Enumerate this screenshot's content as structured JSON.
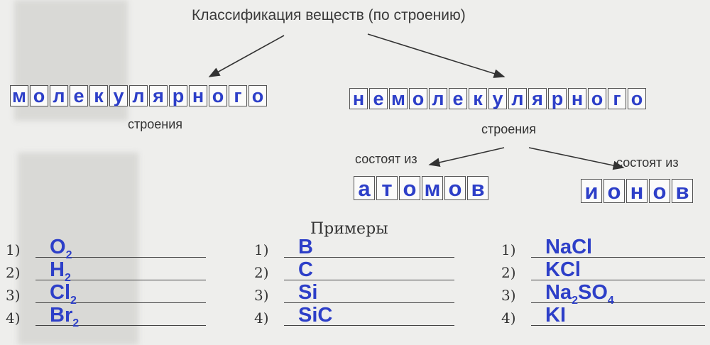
{
  "title": "Классификация веществ (по строению)",
  "branches": {
    "left": {
      "letters": [
        "м",
        "о",
        "л",
        "е",
        "к",
        "у",
        "л",
        "я",
        "р",
        "н",
        "о",
        "г",
        "о"
      ],
      "caption": "строения"
    },
    "right": {
      "letters": [
        "н",
        "е",
        "м",
        "о",
        "л",
        "е",
        "к",
        "у",
        "л",
        "я",
        "р",
        "н",
        "о",
        "г",
        "о"
      ],
      "caption": "строения"
    }
  },
  "sub": {
    "consist_left": "состоят из",
    "consist_right": "состоят из",
    "atoms": [
      "а",
      "т",
      "о",
      "м",
      "о",
      "в"
    ],
    "ions": [
      "и",
      "о",
      "н",
      "о",
      "в"
    ]
  },
  "examples_title": "Примеры",
  "examples": {
    "molecular": [
      {
        "num": "1)",
        "main": "O",
        "sub": "2",
        "tail": "",
        "tail_sub": ""
      },
      {
        "num": "2)",
        "main": "H",
        "sub": "2",
        "tail": "",
        "tail_sub": ""
      },
      {
        "num": "3)",
        "main": "Cl",
        "sub": "2",
        "tail": "",
        "tail_sub": ""
      },
      {
        "num": "4)",
        "main": "Br",
        "sub": "2",
        "tail": "",
        "tail_sub": ""
      }
    ],
    "atomic": [
      {
        "num": "1)",
        "main": "B",
        "sub": "",
        "tail": "",
        "tail_sub": ""
      },
      {
        "num": "2)",
        "main": "C",
        "sub": "",
        "tail": "",
        "tail_sub": ""
      },
      {
        "num": "3)",
        "main": "Si",
        "sub": "",
        "tail": "",
        "tail_sub": ""
      },
      {
        "num": "4)",
        "main": "SiC",
        "sub": "",
        "tail": "",
        "tail_sub": ""
      }
    ],
    "ionic": [
      {
        "num": "1)",
        "main": "NaCl",
        "sub": "",
        "tail": "",
        "tail_sub": ""
      },
      {
        "num": "2)",
        "main": "KCl",
        "sub": "",
        "tail": "",
        "tail_sub": ""
      },
      {
        "num": "3)",
        "main": "Na",
        "sub": "2",
        "tail": "SO",
        "tail_sub": "4"
      },
      {
        "num": "4)",
        "main": "KI",
        "sub": "",
        "tail": "",
        "tail_sub": ""
      }
    ]
  },
  "colors": {
    "handwriting": "#2d3fc8",
    "paper": "#eeeeec",
    "ink": "#333333"
  }
}
